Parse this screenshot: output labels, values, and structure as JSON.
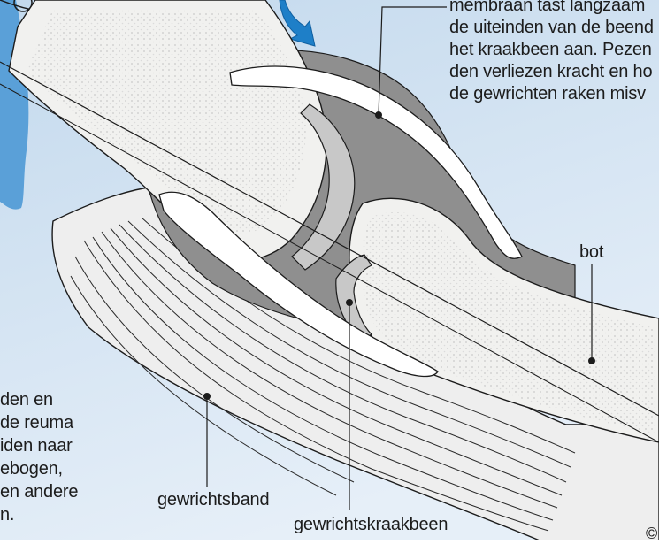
{
  "colors": {
    "background_top": "#c5dbee",
    "background_bottom": "#e4eef7",
    "bone": "#f1f1ef",
    "cartilage": "#c8c8c8",
    "membrane": "#8c8c8c",
    "figure": "#5aa0d8",
    "arrow": "#1e7fc8"
  },
  "labels": {
    "bot": "bot",
    "gewrichtsband": "gewrichtsband",
    "gewrichtskraakbeen": "gewrichtskraakbeen"
  },
  "text_top_right": [
    "membraan tast langzaam",
    "de uiteinden van de beend",
    "het kraakbeen aan. Pezen",
    "den verliezen kracht en ho",
    "de gewrichten raken misv"
  ],
  "text_bottom_left": [
    "den en",
    "de reuma",
    "iden naar",
    "ebogen,",
    "en andere",
    "n."
  ],
  "copyright_glyph": "©"
}
